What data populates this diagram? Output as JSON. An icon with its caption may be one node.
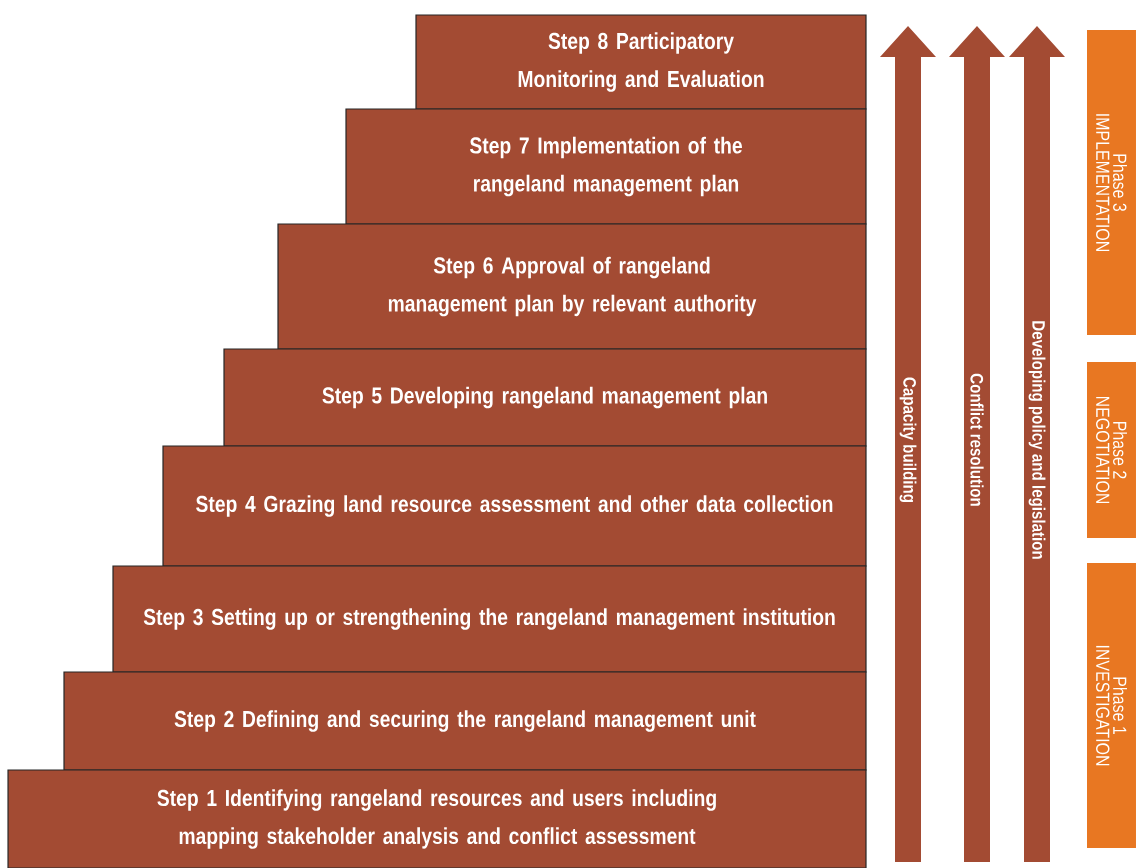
{
  "diagram": {
    "nodes": [
      {
        "text": [
          "Step 8 Participatory Monitoring and Evaluation"
        ]
      },
      {
        "text": [
          "Step 7 Implementation of the rangeland management plan"
        ]
      },
      {
        "text": [
          "Step 6 Approval of rangeland management plan by relevant authority"
        ]
      },
      {
        "text": [
          "Step 5 Developing rangeland management plan"
        ]
      },
      {
        "text": [
          "Step 4 Grazing land resource assessment and other data collection"
        ]
      },
      {
        "text": [
          "Step 3 Setting up or strengthening the rangeland management institution"
        ]
      },
      {
        "text": [
          "Step 2 Defining and securing the rangeland management unit"
        ]
      },
      {
        "text": [
          "Step 1 Identifying rangeland resources and users including mapping stakeholder analysis and conflict assessment"
        ]
      },
      {
        "text": [
          "Capacity building"
        ]
      },
      {
        "text": [
          "Conflict resolution"
        ]
      },
      {
        "text": [
          "Developing policy and legislation"
        ]
      },
      {
        "text": [
          "Phase 3",
          "IMPLEMENTATION"
        ]
      },
      {
        "text": [
          "Phase 2",
          "NEGOTIATION"
        ]
      },
      {
        "text": [
          "Phase 1",
          "INVESTIGATION"
        ]
      }
    ],
    "edges": []
  }
}
